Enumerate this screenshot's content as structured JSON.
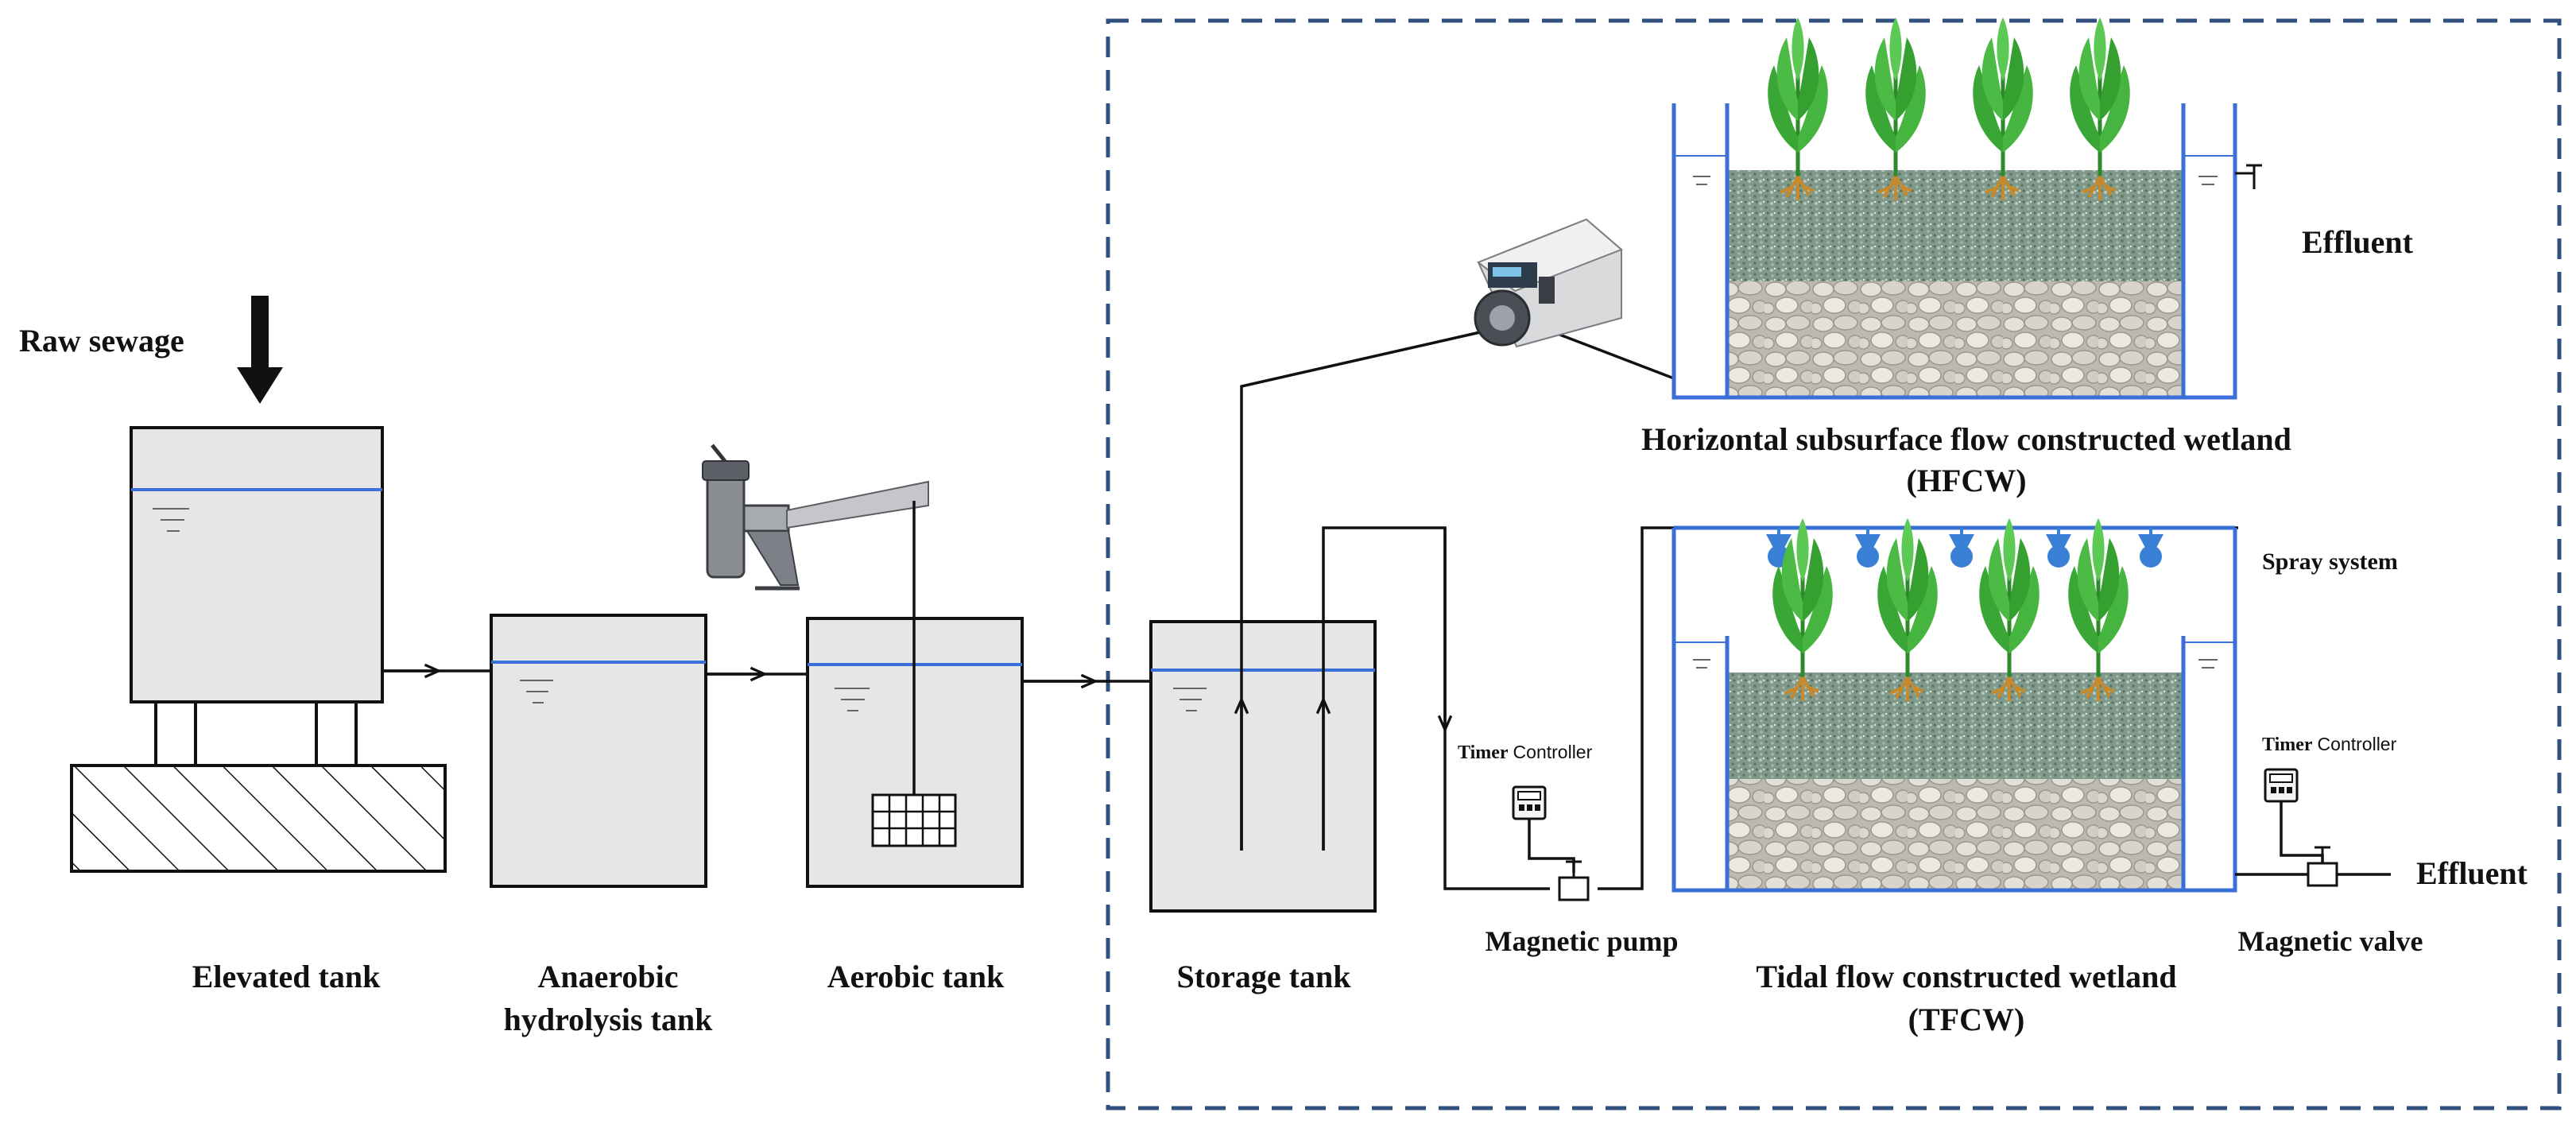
{
  "labels": {
    "raw_sewage": "Raw sewage",
    "elevated_tank": "Elevated tank",
    "anaerobic_line1": "Anaerobic",
    "anaerobic_line2": "hydrolysis tank",
    "aerobic_tank": "Aerobic tank",
    "storage_tank": "Storage tank",
    "hfcw_title": "Horizontal subsurface flow constructed wetland",
    "hfcw_abbr": "(HFCW)",
    "tfcw_title": "Tidal flow constructed wetland",
    "tfcw_abbr": "(TFCW)",
    "effluent_top": "Effluent",
    "effluent_bottom": "Effluent",
    "spray_system": "Spray system",
    "timer_word": "Timer",
    "controller_word": "Controller",
    "timer2_word": "Timer",
    "controller2_word": "Controller",
    "magnetic_pump": "Magnetic pump",
    "magnetic_valve": "Magnetic valve"
  },
  "colors": {
    "water_line": "#3a6fd8",
    "wetland_wall": "#3a6fd8",
    "dashed_border": "#2f4f7f",
    "tank_fill": "#e6e6e6",
    "gravel": "#7f9a8a",
    "stones": "#cfccc4",
    "leaf": "#3aa635",
    "root": "#c8892a",
    "nozzle": "#3a7fd6"
  },
  "icons": {
    "inflow": "down-arrow-icon",
    "aerator": "submersible-aerator-icon",
    "pump": "peristaltic-pump-icon",
    "timer": "timer-controller-icon",
    "valve": "magnetic-valve-icon",
    "tap": "effluent-tap-icon",
    "plant": "plant-icon",
    "nozzle": "spray-nozzle-icon"
  }
}
